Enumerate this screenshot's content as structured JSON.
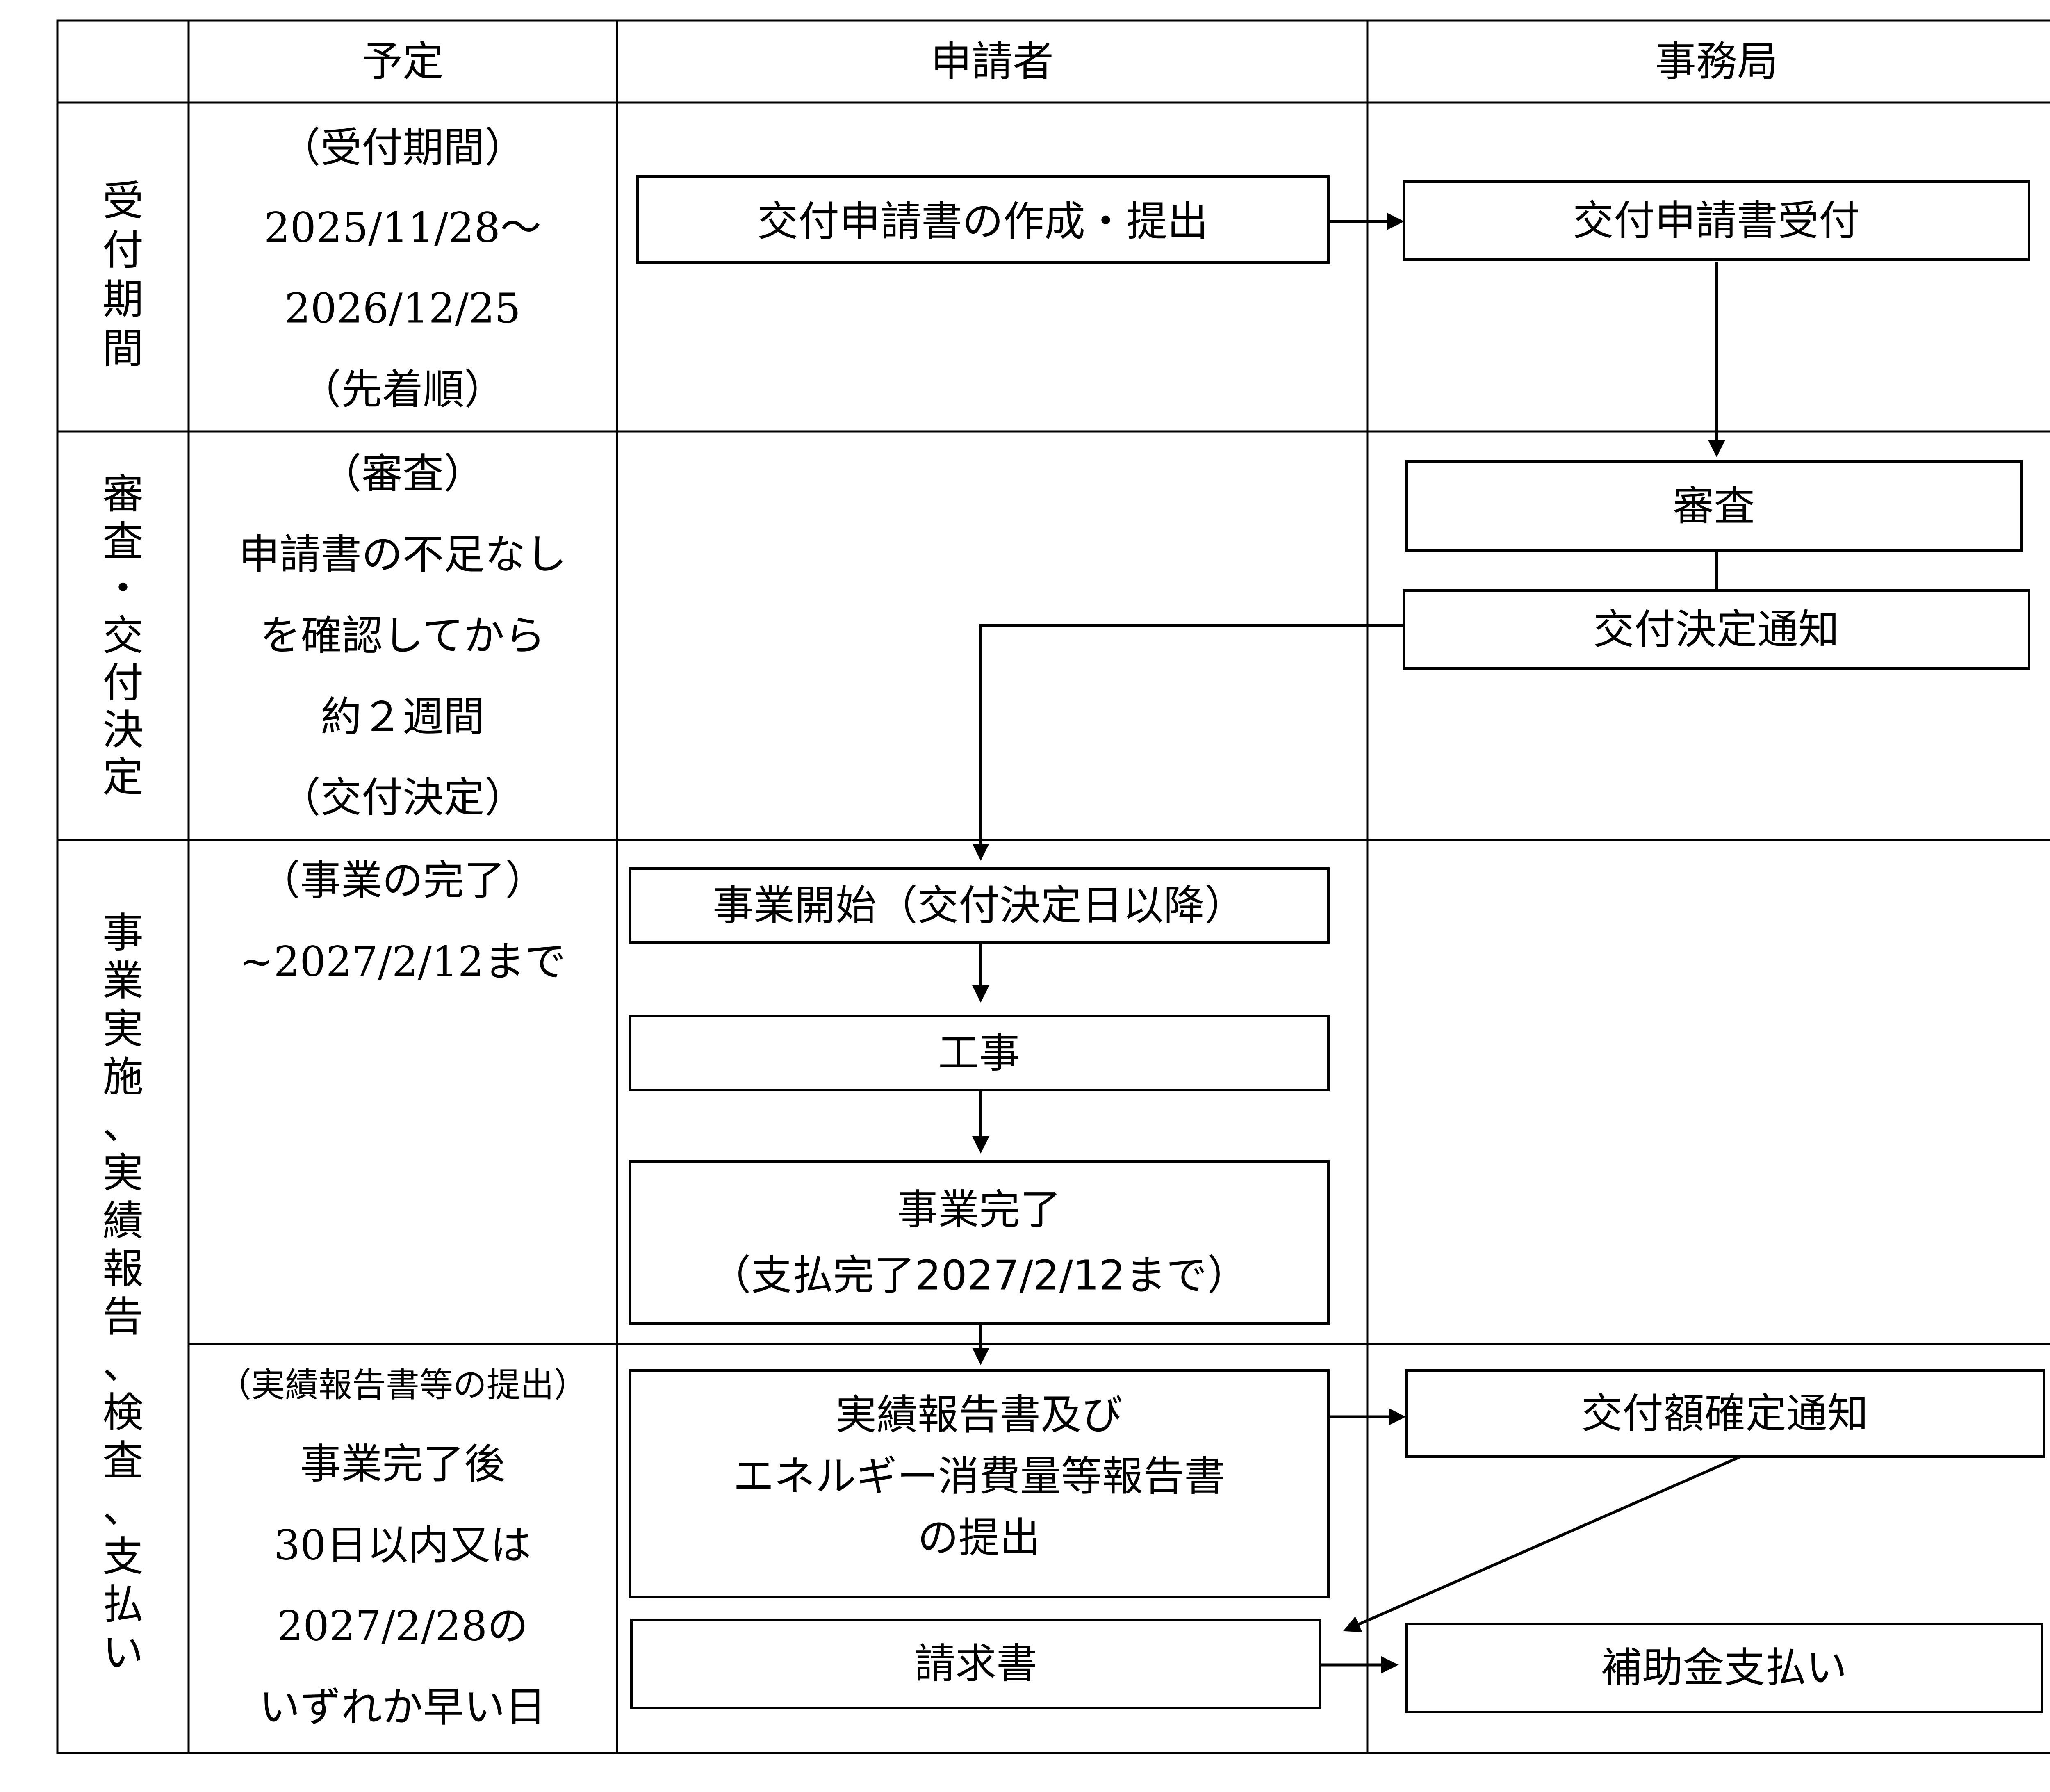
{
  "headers": {
    "schedule": "予定",
    "applicant": "申請者",
    "office": "事務局"
  },
  "phases": {
    "reception": {
      "label": "受付期間",
      "schedule": [
        "（受付期間）",
        "2025/11/28～",
        "2026/12/25",
        "（先着順）"
      ]
    },
    "review": {
      "label": "審査・交付決定",
      "schedule": [
        "（審査）",
        "申請書の不足なし",
        "を確認してから",
        "約２週間",
        "（交付決定）"
      ]
    },
    "implementation": {
      "label": "事業実施、実績報告、検査、支払い",
      "schedule_a": [
        "（事業の完了）",
        "~2027/2/12まで"
      ],
      "schedule_b_title": "（実績報告書等の提出）",
      "schedule_b": [
        "事業完了後",
        "30日以内又は",
        "2027/2/28の",
        "いずれか早い日"
      ]
    }
  },
  "boxes": {
    "apply_submit": [
      "交付申請書の作成・提出"
    ],
    "apply_receive": [
      "交付申請書受付"
    ],
    "review": [
      "審査"
    ],
    "decision_notice": [
      "交付決定通知"
    ],
    "project_start": [
      "事業開始（交付決定日以降）"
    ],
    "construction": [
      "工事"
    ],
    "project_complete": [
      "事業完了",
      "（支払完了2027/2/12まで）"
    ],
    "report_submit": [
      "実績報告書及び",
      "エネルギー消費量等報告書",
      "の提出"
    ],
    "amount_notice": [
      "交付額確定通知"
    ],
    "invoice": [
      "請求書"
    ],
    "payment": [
      "補助金支払い"
    ]
  }
}
